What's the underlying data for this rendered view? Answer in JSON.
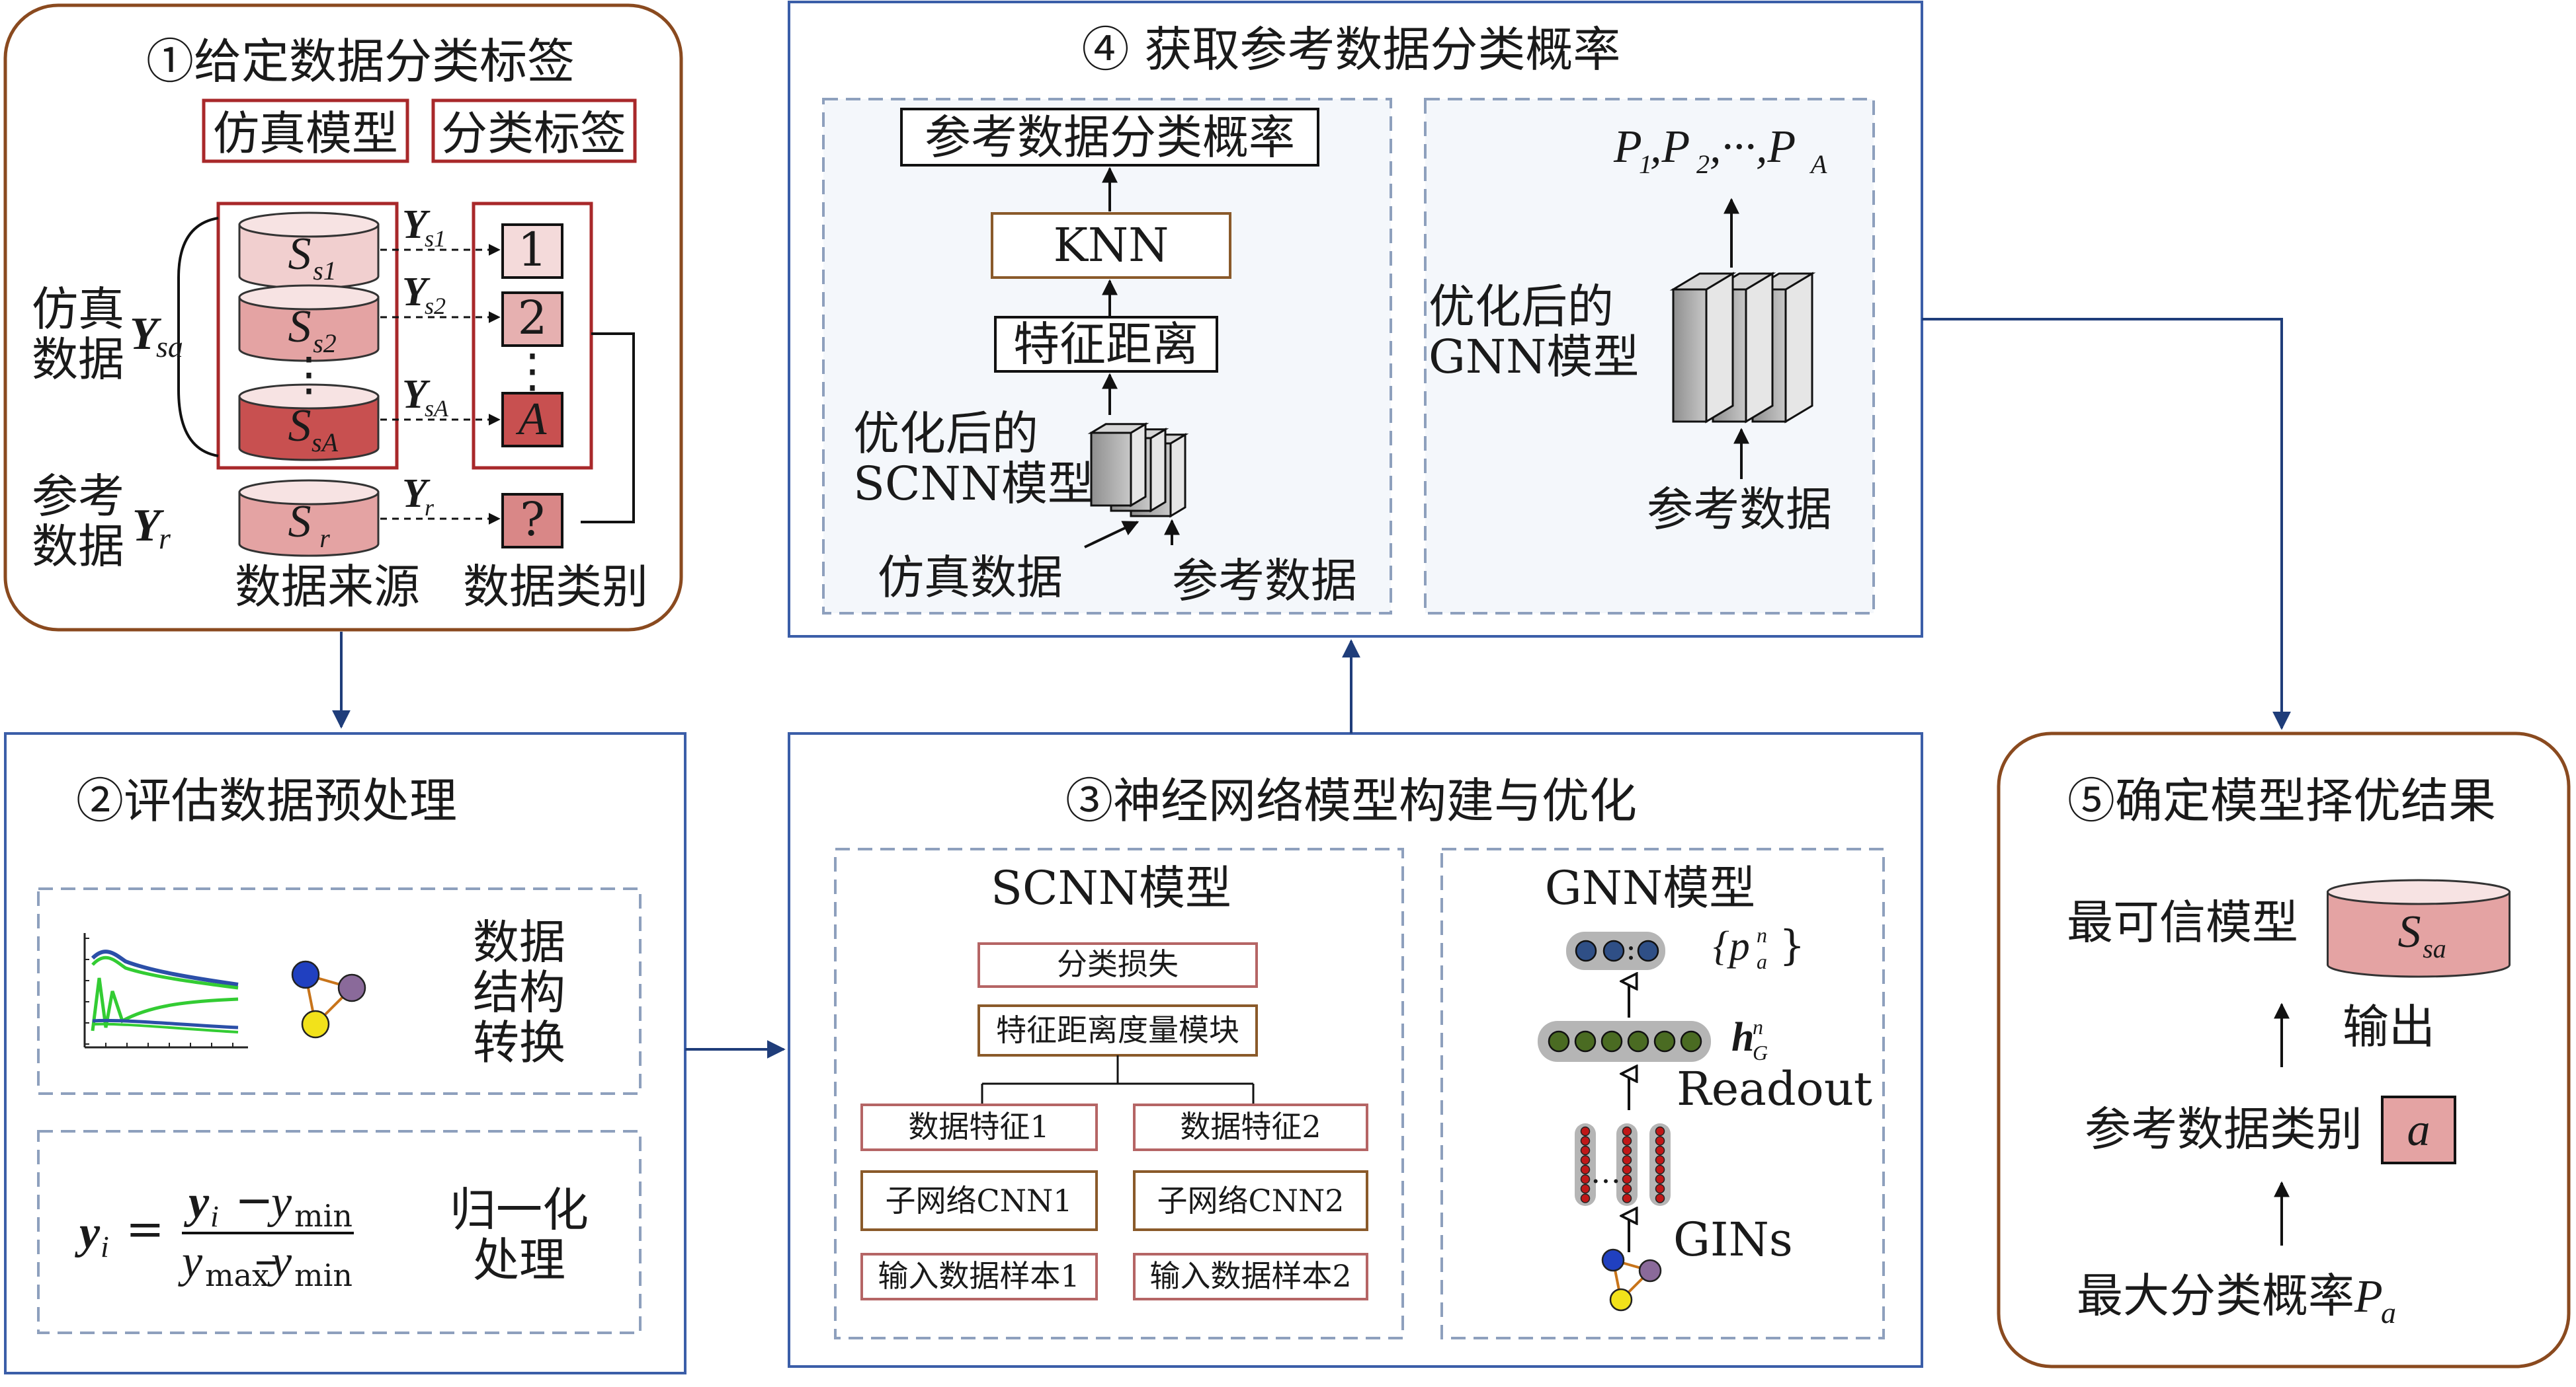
{
  "colors": {
    "brown_border": "#8a4a1f",
    "blue_border": "#3b5ea8",
    "dash_border": "#8ea0bd",
    "red_box": "#a8282a",
    "arrow_blue": "#1f3d7a",
    "cyl_light": "#f1cfcf",
    "cyl_mid": "#e4a3a3",
    "cyl_dark": "#c85050",
    "node_dark": "#2f4f86",
    "node_green": "#4a6b22",
    "node_red": "#c01818"
  },
  "s1": {
    "title": "①给定数据分类标签",
    "hdr_model": "仿真模型",
    "hdr_label": "分类标签",
    "sim_group": "仿真\n数据",
    "sim_var": "Y",
    "sim_sub": "sa",
    "ref_group": "参考\n数据",
    "ref_var": "Y",
    "ref_sub": "r",
    "cyl": [
      {
        "main": "S",
        "sub": "s1"
      },
      {
        "main": "S",
        "sub": "s2"
      },
      {
        "main": "S",
        "sub": "sA"
      },
      {
        "main": "S",
        "sub": "r"
      }
    ],
    "arrow_labels": [
      {
        "main": "Y",
        "sub": "s1"
      },
      {
        "main": "Y",
        "sub": "s2"
      },
      {
        "main": "Y",
        "sub": "sA"
      },
      {
        "main": "Y",
        "sub": "r"
      }
    ],
    "class_boxes": [
      "1",
      "2",
      "A",
      "?"
    ],
    "dots": "⋮",
    "foot_source": "数据来源",
    "foot_class": "数据类别"
  },
  "s2": {
    "title": "②评估数据预处理",
    "struct_text": "数据\n结构\n转换",
    "norm_text": "归一化\n处理",
    "formula": {
      "lhs": "y",
      "lhs_sub": "i",
      "eq": "=",
      "num_a": "y",
      "num_a_sub": "i",
      "minus": "−",
      "num_b": "y",
      "num_b_sub": "min",
      "den_a": "y",
      "den_a_sub": "max",
      "den_dash": "–",
      "den_b": "y",
      "den_b_sub": "min"
    }
  },
  "s3": {
    "title": "③神经网络模型构建与优化",
    "scnn_title": "SCNN模型",
    "gnn_title": "GNN模型",
    "loss": "分类损失",
    "metric": "特征距离度量模块",
    "feat1": "数据特征1",
    "feat2": "数据特征2",
    "sub1": "子网络CNN1",
    "sub2": "子网络CNN2",
    "in1": "输入数据样本1",
    "in2": "输入数据样本2",
    "p_set": "{p",
    "p_sup": "n",
    "p_sub": "a",
    "p_close": "}",
    "h": "h",
    "h_sup": "n",
    "h_sub": "G",
    "readout": "Readout",
    "gins": "GINs",
    "dots": "…"
  },
  "s4": {
    "title": "④  获取参考数据分类概率",
    "prob": "参考数据分类概率",
    "knn": "KNN",
    "featdist": "特征距离",
    "opt_scnn": "优化后的\nSCNN模型",
    "sim": "仿真数据",
    "ref1": "参考数据",
    "p_list": "P",
    "p_list_rest": [
      ",",
      "1",
      ",P",
      "2",
      ",···,P",
      "A"
    ],
    "opt_gnn": "优化后的\nGNN模型",
    "ref2": "参考数据"
  },
  "s5": {
    "title": "⑤确定模型择优结果",
    "best": "最可信模型",
    "best_cyl": "S",
    "best_cyl_sub": "sa",
    "output": "输出",
    "refclass": "参考数据类别",
    "a": "a",
    "maxprob": "最大分类概率",
    "maxprob_p": "P",
    "maxprob_sub": "a"
  }
}
